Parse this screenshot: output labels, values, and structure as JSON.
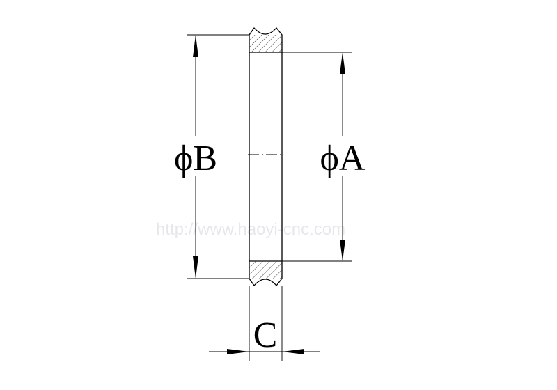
{
  "labels": {
    "diameter_b": "ϕB",
    "diameter_a": "ϕA",
    "width_c": "C"
  },
  "watermark": "http://www.haoyi-cnc.com",
  "colors": {
    "ink": "#000000",
    "background": "#ffffff",
    "watermark": "#cfd6dc"
  }
}
